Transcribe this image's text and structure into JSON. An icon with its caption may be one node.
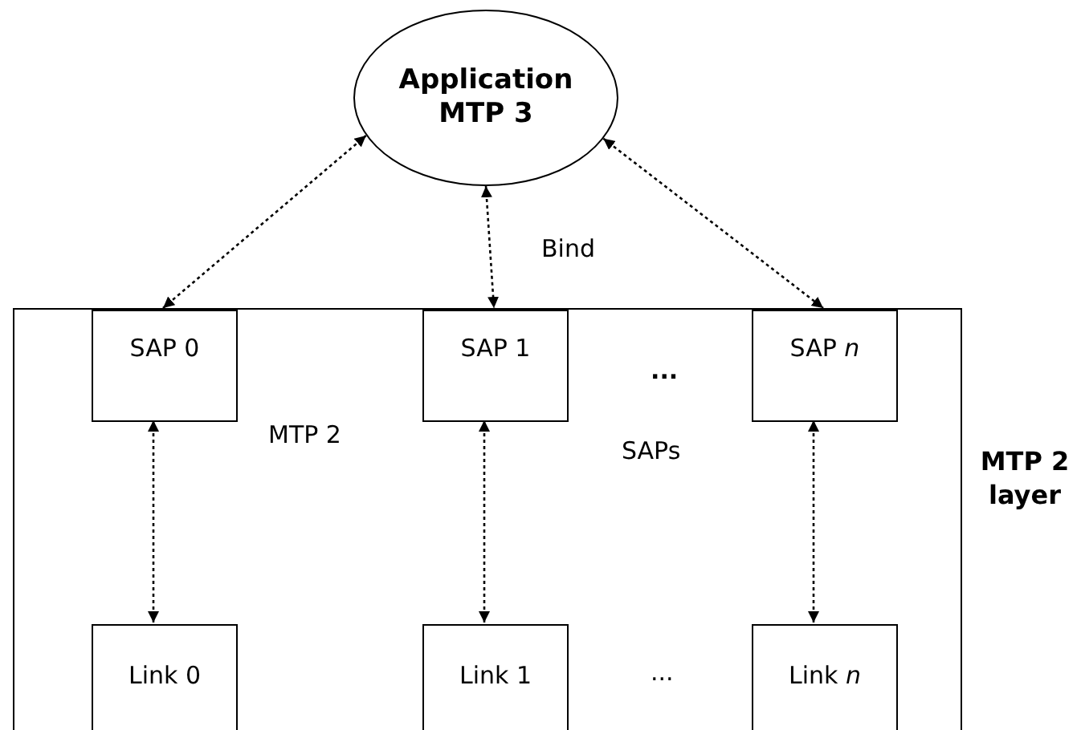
{
  "diagram": {
    "nodes": [
      {
        "text": [
          "Application MTP 3"
        ]
      },
      {
        "text": [
          "MTP 2 layer"
        ]
      },
      {
        "text": [
          "SAP 0"
        ],
        "in": 1
      },
      {
        "text": [
          "SAP 1"
        ],
        "in": 1
      },
      {
        "text": [
          "SAP *n*"
        ],
        "in": 1
      },
      {
        "text": [
          "Link 0"
        ],
        "in": 1
      },
      {
        "text": [
          "Link 1"
        ],
        "in": 1
      },
      {
        "text": [
          "Link *n*"
        ],
        "in": 1
      }
    ],
    "edges": [
      {
        "from": 0,
        "to": 2,
        "arrow": "both",
        "style": "dashed"
      },
      {
        "from": 0,
        "to": 3,
        "arrow": "both",
        "style": "dashed",
        "label": "Bind"
      },
      {
        "from": 0,
        "to": 4,
        "arrow": "both",
        "style": "dashed"
      },
      {
        "from": 2,
        "to": 5,
        "arrow": "both",
        "style": "dashed"
      },
      {
        "from": 3,
        "to": 6,
        "arrow": "both",
        "style": "dashed"
      },
      {
        "from": 4,
        "to": 7,
        "arrow": "both",
        "style": "dashed"
      }
    ],
    "labels": [
      "...",
      "MTP 2",
      "SAPs",
      "..."
    ]
  }
}
